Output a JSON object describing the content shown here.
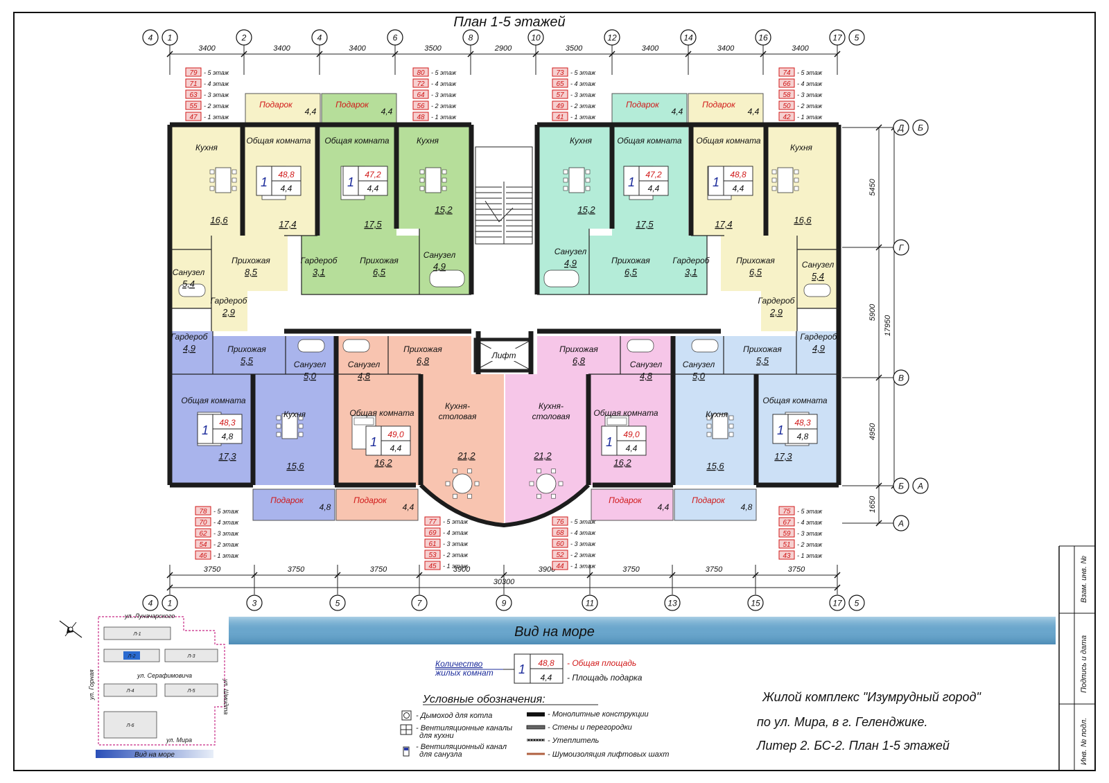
{
  "title": "План 1-5 этажей",
  "top_axes": [
    "4",
    "1",
    "2",
    "4",
    "6",
    "8",
    "10",
    "12",
    "14",
    "16",
    "17",
    "5"
  ],
  "top_dims": [
    "3400",
    "3400",
    "3400",
    "3500",
    "2900",
    "3500",
    "3400",
    "3400",
    "3400"
  ],
  "bottom_axes": [
    "4",
    "1",
    "3",
    "5",
    "7",
    "9",
    "11",
    "13",
    "15",
    "17",
    "5"
  ],
  "bottom_dims": [
    "3750",
    "3750",
    "3750",
    "3900",
    "3900",
    "3750",
    "3750",
    "3750"
  ],
  "bottom_total": "30300",
  "right_axes": [
    "Д",
    "Б",
    "Г",
    "В",
    "Б",
    "А",
    "А"
  ],
  "right_dims": [
    "5450",
    "5900",
    "4950",
    "1650"
  ],
  "right_total": "17950",
  "floor_lists": {
    "tl": [
      "79",
      "71",
      "63",
      "55",
      "47"
    ],
    "tc": [
      "80",
      "72",
      "64",
      "56",
      "48"
    ],
    "tr1": [
      "73",
      "65",
      "57",
      "49",
      "41"
    ],
    "tr2": [
      "74",
      "66",
      "58",
      "50",
      "42"
    ],
    "bl": [
      "78",
      "70",
      "62",
      "54",
      "46"
    ],
    "bc1": [
      "77",
      "69",
      "61",
      "53",
      "45"
    ],
    "bc2": [
      "76",
      "68",
      "60",
      "52",
      "44"
    ],
    "br": [
      "75",
      "67",
      "59",
      "51",
      "43"
    ]
  },
  "floor_labels": [
    "- 5 этаж",
    "- 4 этаж",
    "- 3 этаж",
    "- 2 этаж",
    "- 1 этаж"
  ],
  "room_names": {
    "kitchen": "Кухня",
    "living": "Общая комната",
    "hall": "Прихожая",
    "bath": "Санузел",
    "wardrobe": "Гардероб",
    "balcony": "Подарок",
    "dining1": "Кухня-",
    "dining2": "столовая",
    "lift": "Лифт"
  },
  "apartments": [
    {
      "rooms": "1",
      "total": "48,8",
      "gift": "4,4",
      "kitchen": "16,6",
      "living": "17,4",
      "hall": "8,5",
      "bath": "5,4",
      "wardrobe": "2,9",
      "balcony": "4,4"
    },
    {
      "rooms": "1",
      "total": "47,2",
      "gift": "4,4",
      "kitchen": "15,2",
      "living": "17,5",
      "hall": "6,5",
      "bath": "4,9",
      "wardrobe": "3,1",
      "balcony": "4,4"
    },
    {
      "rooms": "1",
      "total": "47,2",
      "gift": "4,4",
      "kitchen": "15,2",
      "living": "17,5",
      "hall": "6,5",
      "bath": "4,9",
      "wardrobe": "3,1",
      "balcony": "4,4"
    },
    {
      "rooms": "1",
      "total": "48,8",
      "gift": "4,4",
      "kitchen": "16,6",
      "living": "17,4",
      "hall": "6,5",
      "bath": "5,4",
      "wardrobe": "2,9",
      "balcony": "4,4"
    },
    {
      "rooms": "1",
      "total": "48,3",
      "gift": "4,8",
      "kitchen": "15,6",
      "living": "17,3",
      "hall": "5,5",
      "bath": "5,0",
      "wardrobe": "4,9",
      "balcony": "4,8"
    },
    {
      "rooms": "1",
      "total": "49,0",
      "gift": "4,4",
      "kitchen": "21,2",
      "living": "16,2",
      "hall": "6,8",
      "bath": "4,8",
      "balcony": "4,4"
    },
    {
      "rooms": "1",
      "total": "49,0",
      "gift": "4,4",
      "kitchen": "21,2",
      "living": "16,2",
      "hall": "6,8",
      "bath": "4,8",
      "balcony": "4,4"
    },
    {
      "rooms": "1",
      "total": "48,3",
      "gift": "4,8",
      "kitchen": "15,6",
      "living": "17,3",
      "hall": "5,5",
      "bath": "5,0",
      "wardrobe": "4,9",
      "balcony": "4,8"
    }
  ],
  "banner": "Вид на море",
  "legend_key": {
    "count_label_1": "Количество",
    "count_label_2": "жилых комнат",
    "rooms": "1",
    "total": "48,8",
    "gift": "4,4",
    "total_label": "- Общая площадь",
    "gift_label": "- Площадь подарка"
  },
  "legend_title": "Условные обозначения:",
  "legend_items_left": [
    "- Дымоход для котла",
    "- Вентиляционные каналы",
    "для кухни",
    "- Вентиляционный канал",
    "для санузла"
  ],
  "legend_items_right": [
    "- Монолитные конструкции",
    "- Стены и перегородки",
    "- Утеплитель",
    "- Шумоизоляция лифтовых шахт"
  ],
  "project_title": [
    "Жилой комплекс \"Изумрудный город\"",
    "по ул. Мира, в г. Геленджике.",
    "Литер 2. БС-2. План 1-5 этажей"
  ],
  "site_plan": {
    "streets": [
      "ул. Луначарского",
      "ул. Серафимовича",
      "ул. Горная",
      "ул. Шмидта",
      "ул. Мира"
    ],
    "blocks": [
      "Л-1",
      "Л-2",
      "Л-3",
      "Л-4",
      "Л-5",
      "Л-6"
    ],
    "sea_label": "Вид на море"
  },
  "stamp": [
    "Взам. инв. №",
    "Подпись и дата",
    "Инв. № подл."
  ],
  "colors": {
    "yellow": "#f7f2c8",
    "green": "#b6de9a",
    "mint": "#b4ecd8",
    "blue": "#a9b4ec",
    "lightblue": "#cce0f6",
    "salmon": "#f8c4b0",
    "pink": "#f6c6e8",
    "banner": "#6aa6cc",
    "red": "#d01818"
  }
}
